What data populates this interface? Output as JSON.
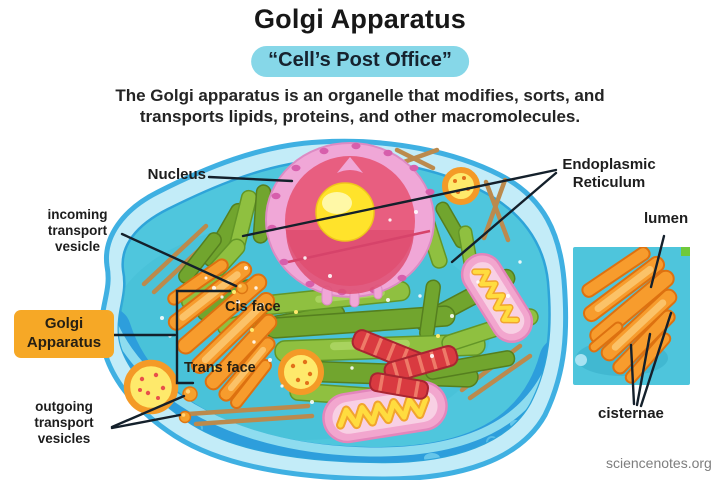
{
  "header": {
    "title": "Golgi Apparatus",
    "subtitle": "“Cell’s Post Office”",
    "description": "The Golgi apparatus is an organelle that modifies, sorts, and\ntransports lipids, proteins, and other macromolecules."
  },
  "labels": {
    "nucleus": "Nucleus",
    "incoming_vesicle": "incoming\ntransport\nvesicle",
    "golgi_apparatus": "Golgi\nApparatus",
    "cis_face": "Cis face",
    "trans_face": "Trans face",
    "outgoing_vesicles": "outgoing\ntransport\nvesicles",
    "endoplasmic_reticulum": "Endoplasmic\nReticulum",
    "lumen": "lumen",
    "cisternae": "cisternae"
  },
  "watermark": "sciencenotes.org",
  "colors": {
    "subtitle_pill": "#86d7e8",
    "golgi_label_box": "#f6a826",
    "cell_membrane_blue": "#3fb0e2",
    "cell_outer_band": "#c3ecf8",
    "cytoplasm_teal": "#4fc6dd",
    "cell_bottom_blue": "#2d9edc",
    "er_green": "#8fc040",
    "golgi_orange": "#f79c2d",
    "nucleus_membrane_pink": "#f0a7d7",
    "nucleus_inner_pink": "#e85e80",
    "nucleolus_yellow": "#ffe32b",
    "lysosome_yellow": "#fee96b",
    "mitochondria_pink": "#f2a6ce",
    "centriole_red": "#d93a40",
    "label_text": "#1d1d1d"
  }
}
